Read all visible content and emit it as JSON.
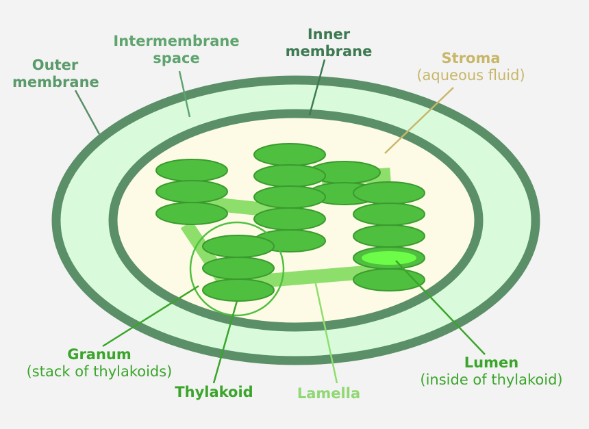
{
  "labels": {
    "outer_membrane": [
      "Outer",
      "membrane"
    ],
    "intermembrane_space": [
      "Intermembrane",
      "space"
    ],
    "inner_membrane": [
      "Inner",
      "membrane"
    ],
    "stroma": {
      "title": "Stroma",
      "note": "(aqueous fluid)"
    },
    "granum": {
      "title": "Granum",
      "note": "(stack of thylakoids)"
    },
    "thylakoid": "Thylakoid",
    "lamella": "Lamella",
    "lumen": {
      "title": "Lumen",
      "note": "(inside of thylakoid)"
    }
  },
  "colors": {
    "background": "#f3f3f3",
    "outer_membrane": "#5a8f68",
    "intermembrane_space": "#d9fbdc",
    "stroma": "#fdfbe6",
    "thylakoid_fill": "#4fbf3f",
    "thylakoid_stroke": "#3a9a2e",
    "lamella": "#8ede6c",
    "lumen": "#6dfc47",
    "stroma_label": "#c8b76a",
    "green_label": "#3aa52a",
    "lamella_label": "#8fd873"
  }
}
